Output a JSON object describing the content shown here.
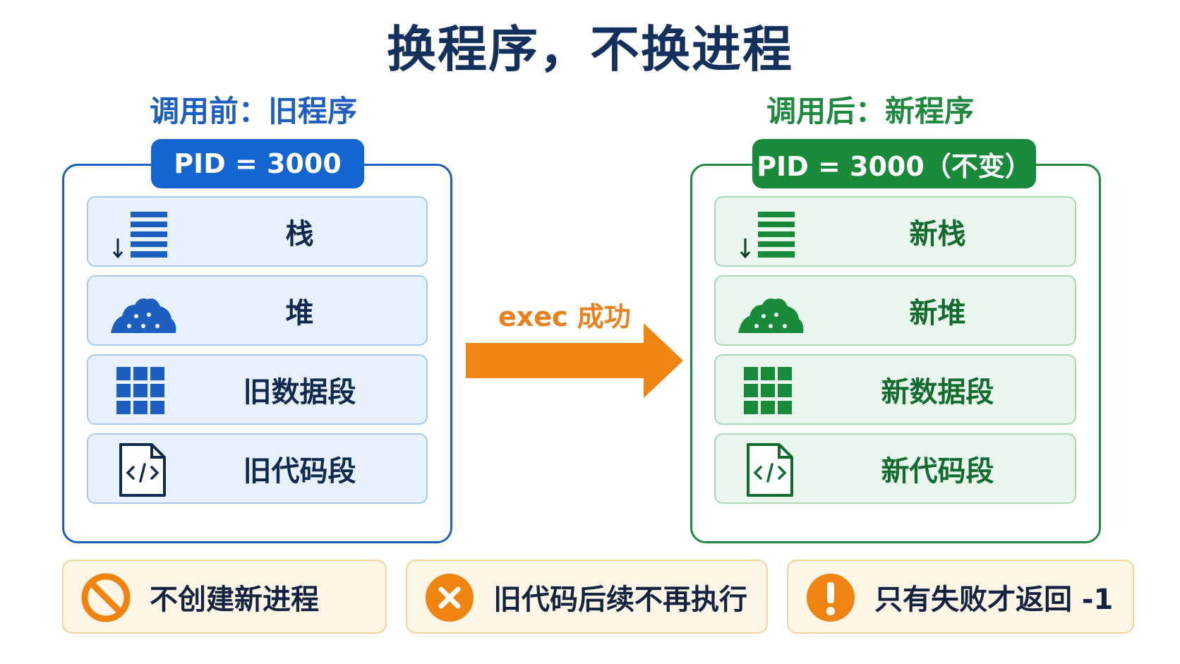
{
  "title": "换程序，不换进程",
  "before": {
    "heading": "调用前：旧程序",
    "pid": "PID = 3000",
    "segments": [
      {
        "label": "栈",
        "icon": "stack-icon"
      },
      {
        "label": "堆",
        "icon": "heap-icon"
      },
      {
        "label": "旧数据段",
        "icon": "grid-icon"
      },
      {
        "label": "旧代码段",
        "icon": "code-file-icon"
      }
    ],
    "color": "#1c5fc0"
  },
  "after": {
    "heading": "调用后：新程序",
    "pid": "PID = 3000（不变）",
    "segments": [
      {
        "label": "新栈",
        "icon": "stack-icon"
      },
      {
        "label": "新堆",
        "icon": "heap-icon"
      },
      {
        "label": "新数据段",
        "icon": "grid-icon"
      },
      {
        "label": "新代码段",
        "icon": "code-file-icon"
      }
    ],
    "color": "#1f8a3f"
  },
  "transition": {
    "label": "exec 成功",
    "color": "#e8811e"
  },
  "notes": [
    {
      "text": "不创建新进程",
      "icon": "prohibited-icon"
    },
    {
      "text": "旧代码后续不再执行",
      "icon": "x-circle-icon"
    },
    {
      "text": "只有失败才返回 -1",
      "icon": "exclamation-icon"
    }
  ]
}
